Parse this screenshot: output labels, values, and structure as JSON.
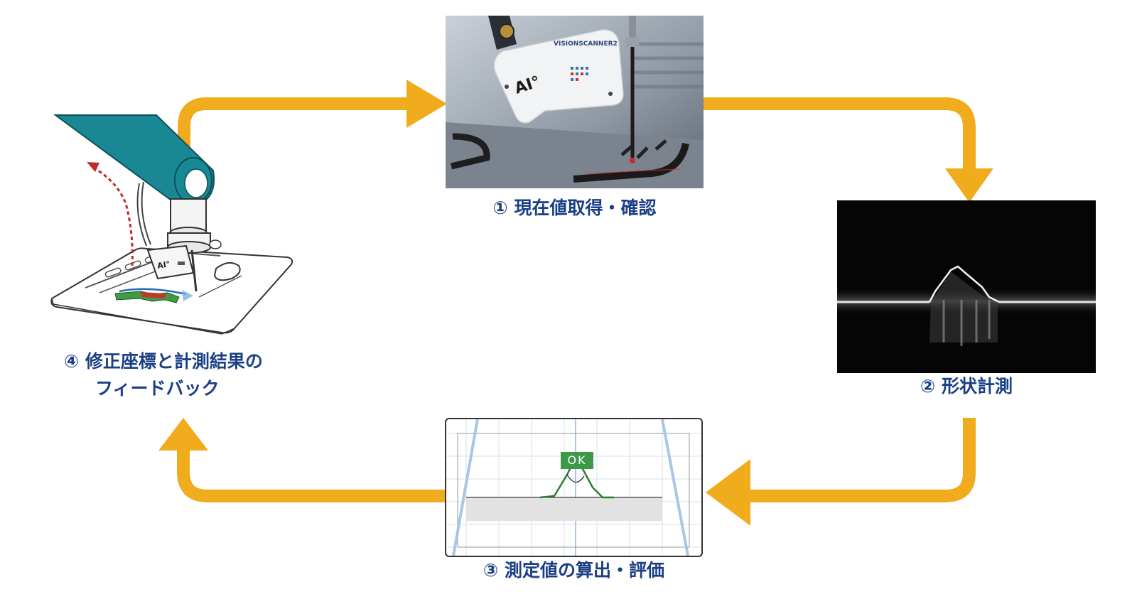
{
  "steps": [
    {
      "number": "①",
      "title": "現在値取得・確認"
    },
    {
      "number": "②",
      "title": "形状計測"
    },
    {
      "number": "③",
      "title": "測定値の算出・評価"
    },
    {
      "number": "④",
      "title_line1": "修正座標と計測結果の",
      "title_line2": "フィードバック"
    }
  ],
  "photo": {
    "sensor_brand": "VISIONSCANNER2",
    "sensor_logo": "AI°"
  },
  "evaluation": {
    "result_badge": "OK"
  },
  "colors": {
    "arrow": "#f0ac1c",
    "label_text": "#1b3f86",
    "robot_arm": "#1a8894",
    "ok_badge": "#3c9a46",
    "profile_line": "#2f7a34",
    "feedback_arrow": "#c22a2a"
  }
}
